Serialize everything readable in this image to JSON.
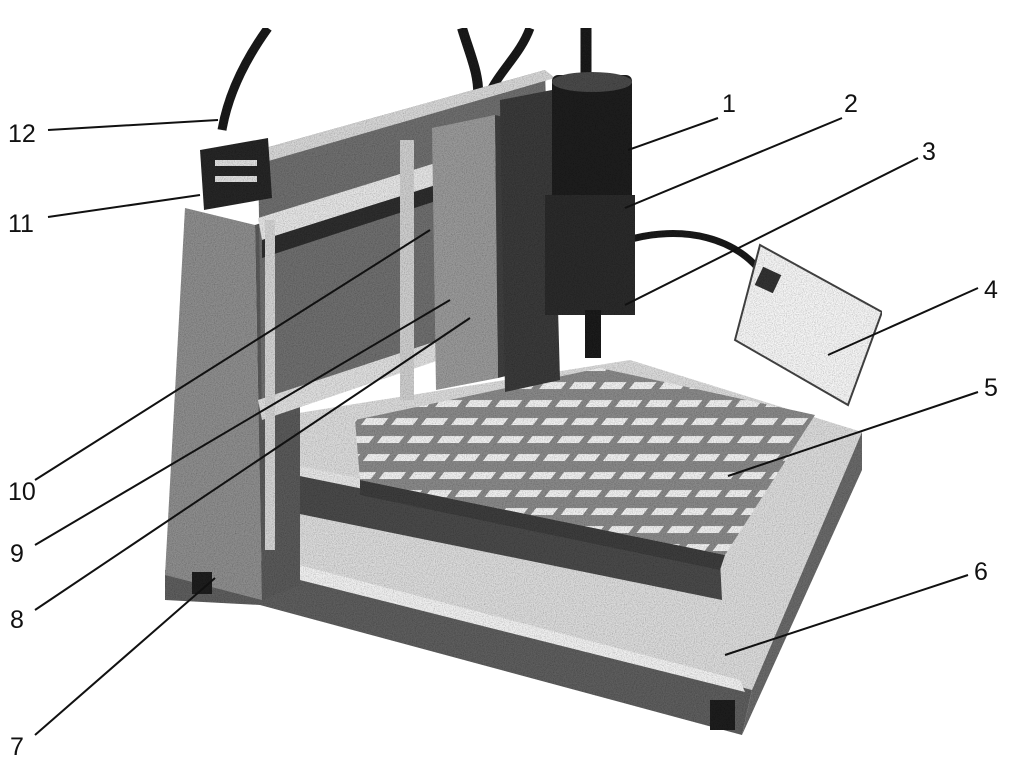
{
  "figure": {
    "subject": "gantry-type dispensing robot",
    "callouts": [
      {
        "id": "1",
        "label": "1"
      },
      {
        "id": "2",
        "label": "2"
      },
      {
        "id": "3",
        "label": "3"
      },
      {
        "id": "4",
        "label": "4"
      },
      {
        "id": "5",
        "label": "5"
      },
      {
        "id": "6",
        "label": "6"
      },
      {
        "id": "7",
        "label": "7"
      },
      {
        "id": "8",
        "label": "8"
      },
      {
        "id": "9",
        "label": "9"
      },
      {
        "id": "10",
        "label": "10"
      },
      {
        "id": "11",
        "label": "11"
      },
      {
        "id": "12",
        "label": "12"
      }
    ]
  },
  "colors": {
    "ink": "#111111",
    "dark": "#2a2a2a",
    "mid": "#7a7a7a",
    "light": "#c8c8c8",
    "paper": "#ffffff"
  }
}
